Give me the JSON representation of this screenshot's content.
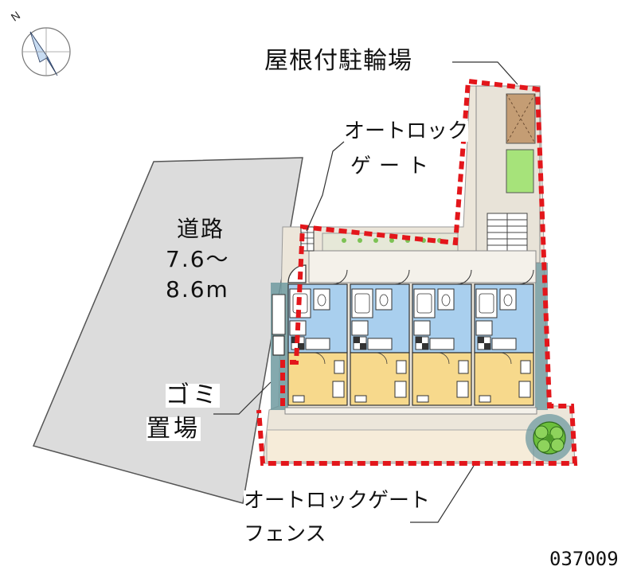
{
  "labels": {
    "bicycle_parking": "屋根付駐輪場",
    "autolock_gate_line1": "オートロック",
    "autolock_gate_line2": "ゲート",
    "road_line1": "道路",
    "road_line2": "7.6〜",
    "road_line3": "8.6m",
    "garbage_line1": "ゴミ",
    "garbage_line2": "置場",
    "fence_line1": "オートロックゲート",
    "fence_line2": "フェンス",
    "property_code": "037009"
  },
  "compass": {
    "north_symbol": "N"
  },
  "colors": {
    "boundary_red": "#e3161b",
    "road_gray": "#dcdcdc",
    "building_beige": "#ece6da",
    "living_room": "#f7d98c",
    "wet_area_blue": "#a9cfee",
    "lawn_green": "#a6e37a",
    "bike_roof_brown": "#c49d74",
    "teal_shadow": "#6f9aa0"
  },
  "units": [
    {
      "name": "unit-1"
    },
    {
      "name": "unit-2"
    },
    {
      "name": "unit-3"
    },
    {
      "name": "unit-4"
    }
  ]
}
